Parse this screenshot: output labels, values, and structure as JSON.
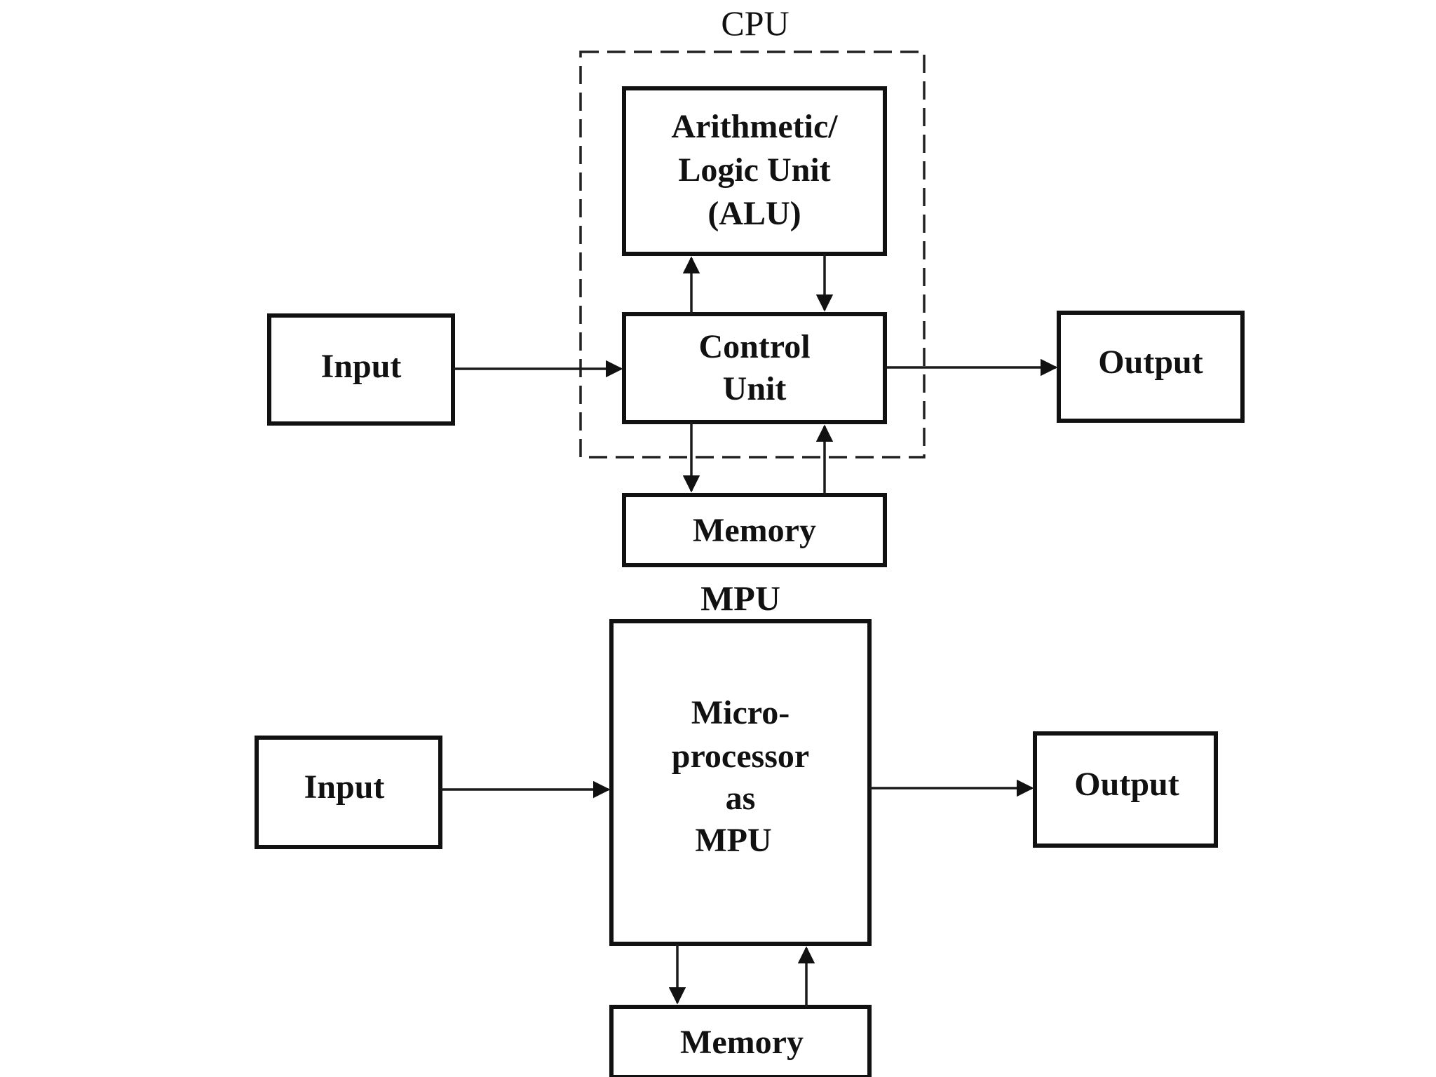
{
  "cpu": {
    "title": "CPU",
    "alu": [
      "Arithmetic/",
      "Logic Unit",
      "(ALU)"
    ],
    "control": [
      "Control",
      "Unit"
    ],
    "input": "Input",
    "output": "Output",
    "memory": "Memory"
  },
  "mpu": {
    "title": "MPU",
    "core": [
      "Micro-",
      "processor",
      "as",
      "MPU"
    ],
    "input": "Input",
    "output": "Output",
    "memory": "Memory"
  },
  "colors": {
    "ink": "#111111",
    "background": "#ffffff"
  }
}
